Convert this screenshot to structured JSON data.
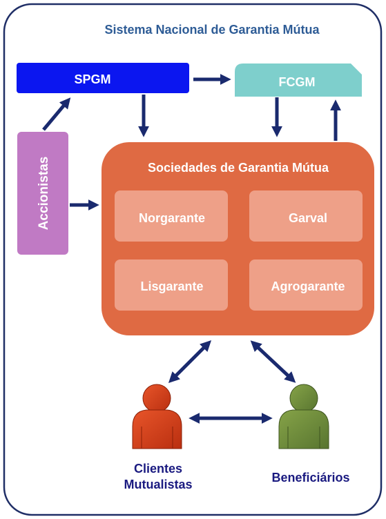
{
  "diagram": {
    "title": "Sistema Nacional de Garantia Mútua",
    "spgm": {
      "label": "SPGM"
    },
    "fcgm": {
      "label": "FCGM"
    },
    "accionistas": {
      "label": "Accionistas"
    },
    "sociedades": {
      "title": "Sociedades de Garantia Mútua",
      "members": [
        "Norgarante",
        "Garval",
        "Lisgarante",
        "Agrogarante"
      ]
    },
    "clientes": {
      "label_line1": "Clientes",
      "label_line2": "Mutualistas"
    },
    "beneficiarios": {
      "label": "Beneficiários"
    }
  },
  "colors": {
    "frame_border": "#1f2e66",
    "title_text": "#2e5c96",
    "spgm_fill": "#0b16f0",
    "fcgm_fill": "#7ecfcc",
    "accionistas_fill": "#c07ac4",
    "sociedades_fill": "#df6a43",
    "member_fill": "#eea088",
    "arrow": "#1a2a6e",
    "clientes_person": "#d53a14",
    "beneficiarios_person": "#6f8c3a",
    "person_label": "#1a1a80"
  },
  "icons": {
    "clientes": "person-icon-red",
    "beneficiarios": "person-icon-green"
  }
}
